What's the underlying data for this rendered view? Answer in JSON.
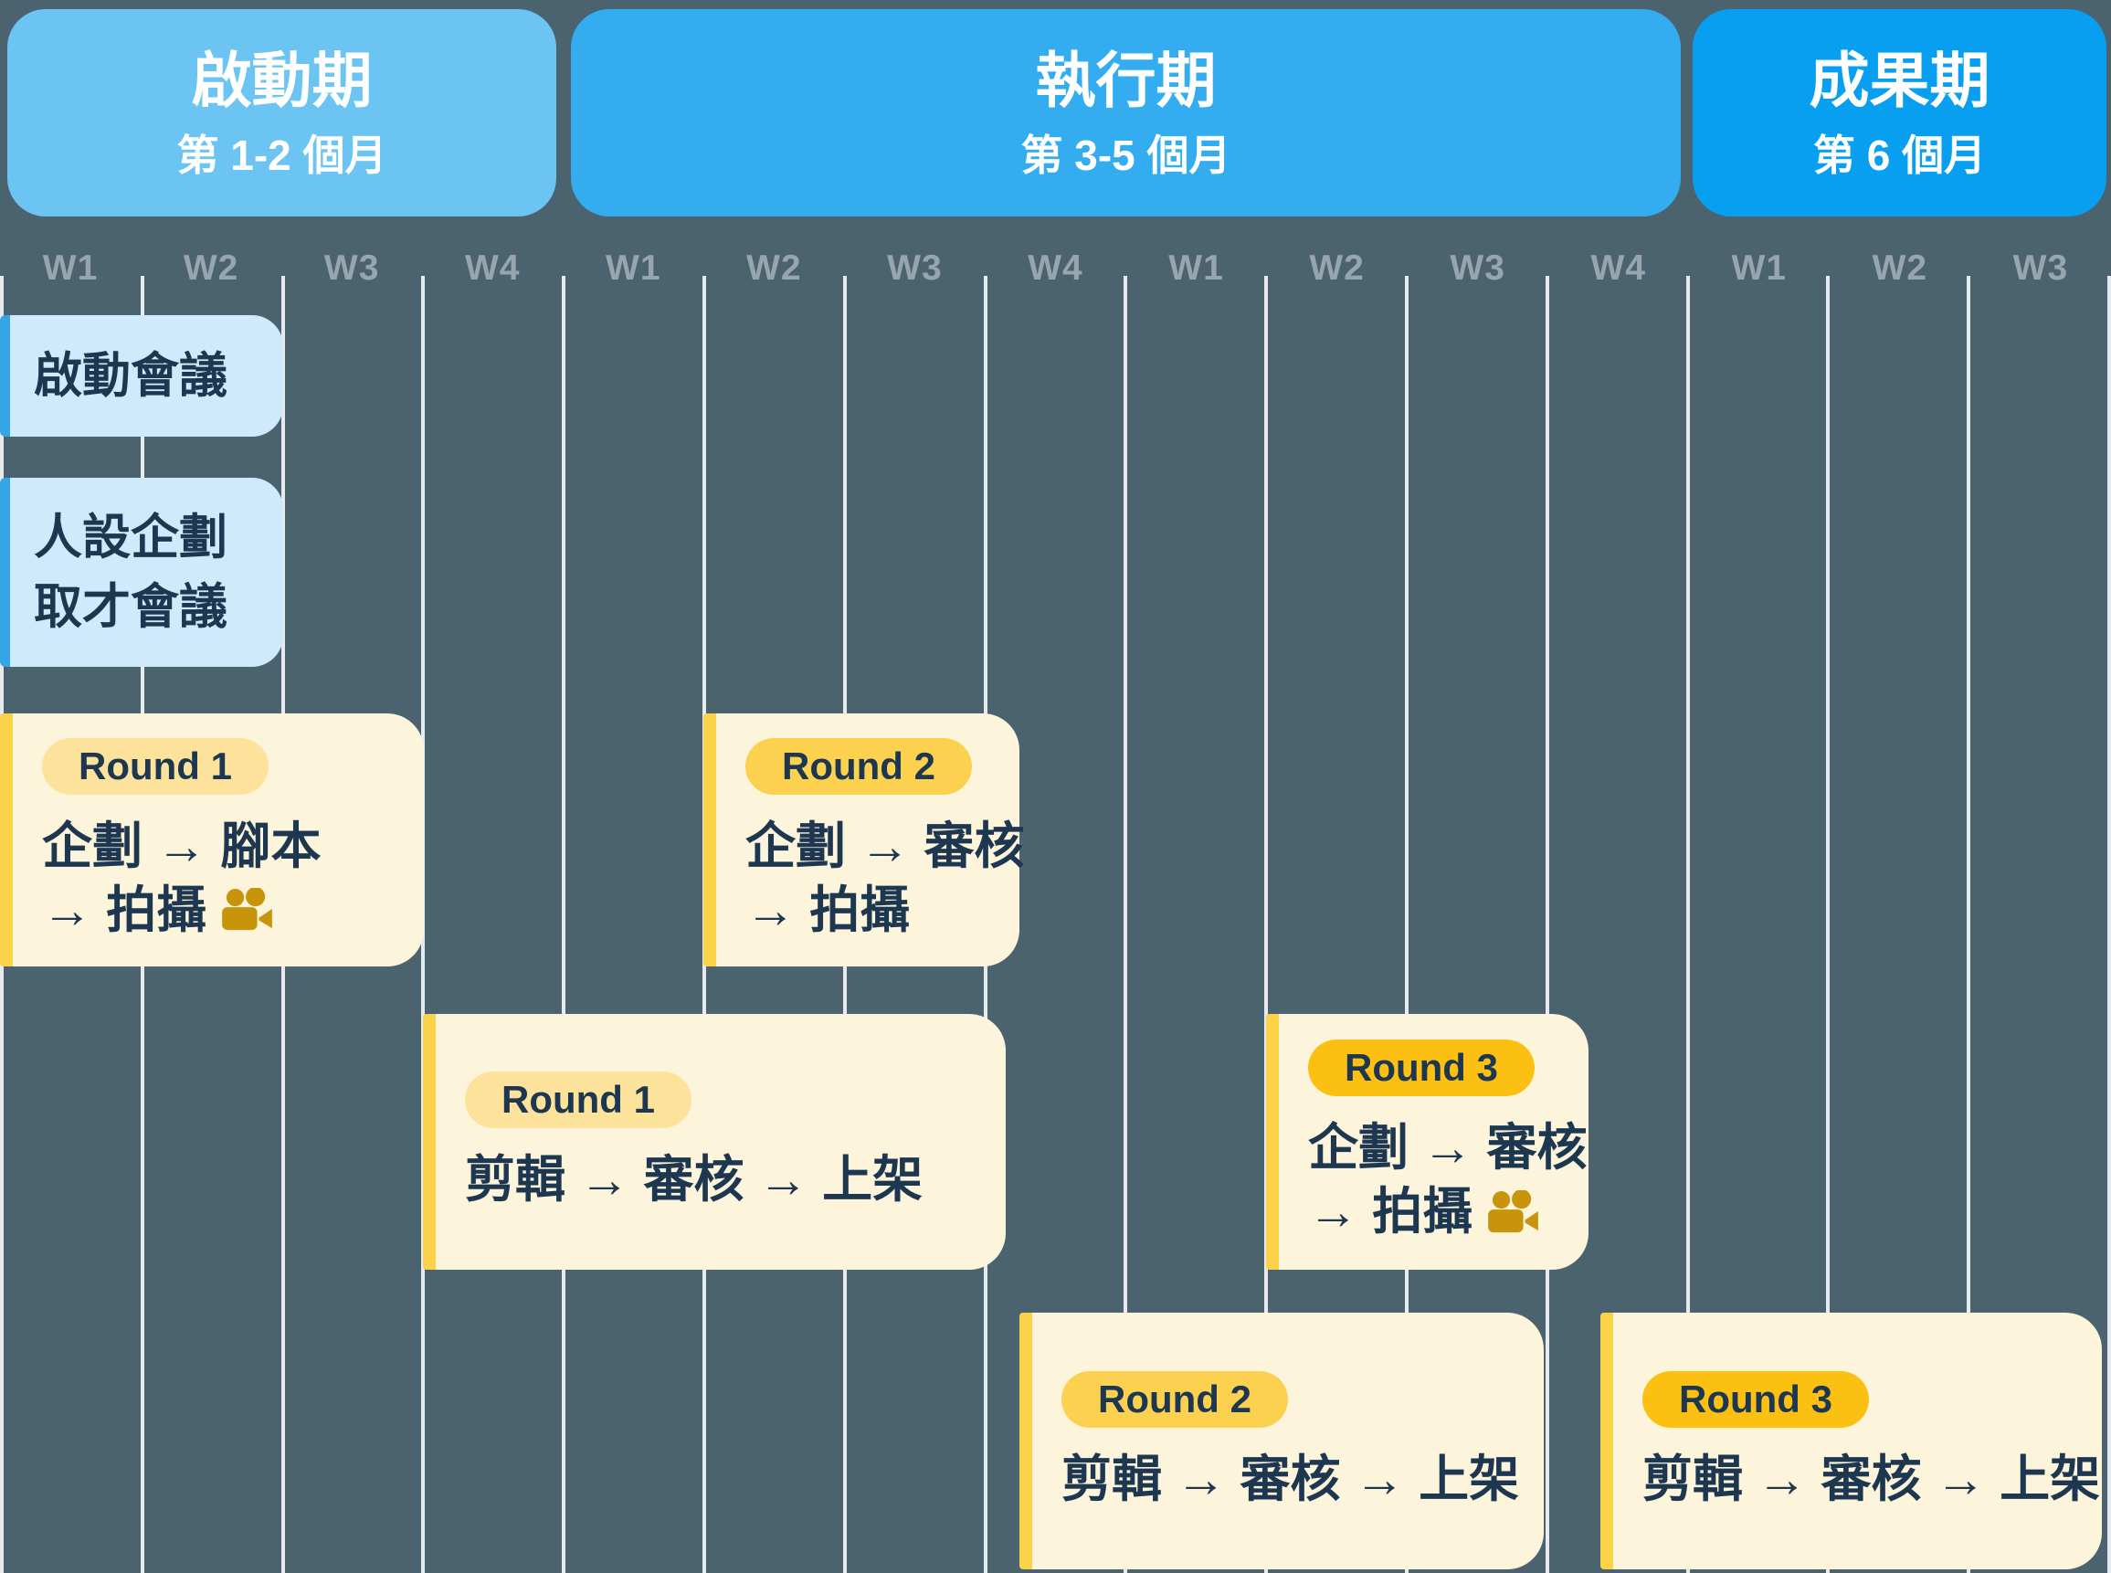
{
  "colors": {
    "background": "#4b636e",
    "phase1": "#6cc4f2",
    "phase2": "#33adf0",
    "phase3": "#099ff0",
    "blue_box_bg": "#cfeafa",
    "blue_box_accent": "#35a5e8",
    "cream_box_bg": "#fdf4dc",
    "cream_box_accent": "#fcd348",
    "badge_round1": "#fde29b",
    "badge_round2": "#fcd150",
    "badge_round3": "#fcc013",
    "text_dark": "#1e3751",
    "week_label": "#97a5ae",
    "gridline": "#e7eaee",
    "camera_icon": "#c8940b"
  },
  "phases": [
    {
      "title": "啟動期",
      "subtitle": "第 1-2 個月"
    },
    {
      "title": "執行期",
      "subtitle": "第 3-5 個月"
    },
    {
      "title": "成果期",
      "subtitle": "第 6 個月"
    }
  ],
  "weeks": [
    "W1",
    "W2",
    "W3",
    "W4",
    "W1",
    "W2",
    "W3",
    "W4",
    "W1",
    "W2",
    "W3",
    "W4",
    "W1",
    "W2",
    "W3"
  ],
  "tasks": {
    "kickoff": {
      "label": "啟動會議"
    },
    "persona": {
      "line1": "人設企劃",
      "line2": "取才會議"
    },
    "r1_production": {
      "badge": "Round 1",
      "line1": "企劃 → 腳本",
      "line2": "→ 拍攝"
    },
    "r2_production": {
      "badge": "Round 2",
      "line1": "企劃 → 審核",
      "line2": "→ 拍攝"
    },
    "r1_publish": {
      "badge": "Round 1",
      "line1": "剪輯 → 審核 → 上架"
    },
    "r3_production": {
      "badge": "Round 3",
      "line1": "企劃 → 審核",
      "line2": "→ 拍攝"
    },
    "r2_publish": {
      "badge": "Round 2",
      "line1": "剪輯 → 審核 → 上架"
    },
    "r3_publish": {
      "badge": "Round 3",
      "line1": "剪輯 → 審核 → 上架"
    }
  }
}
